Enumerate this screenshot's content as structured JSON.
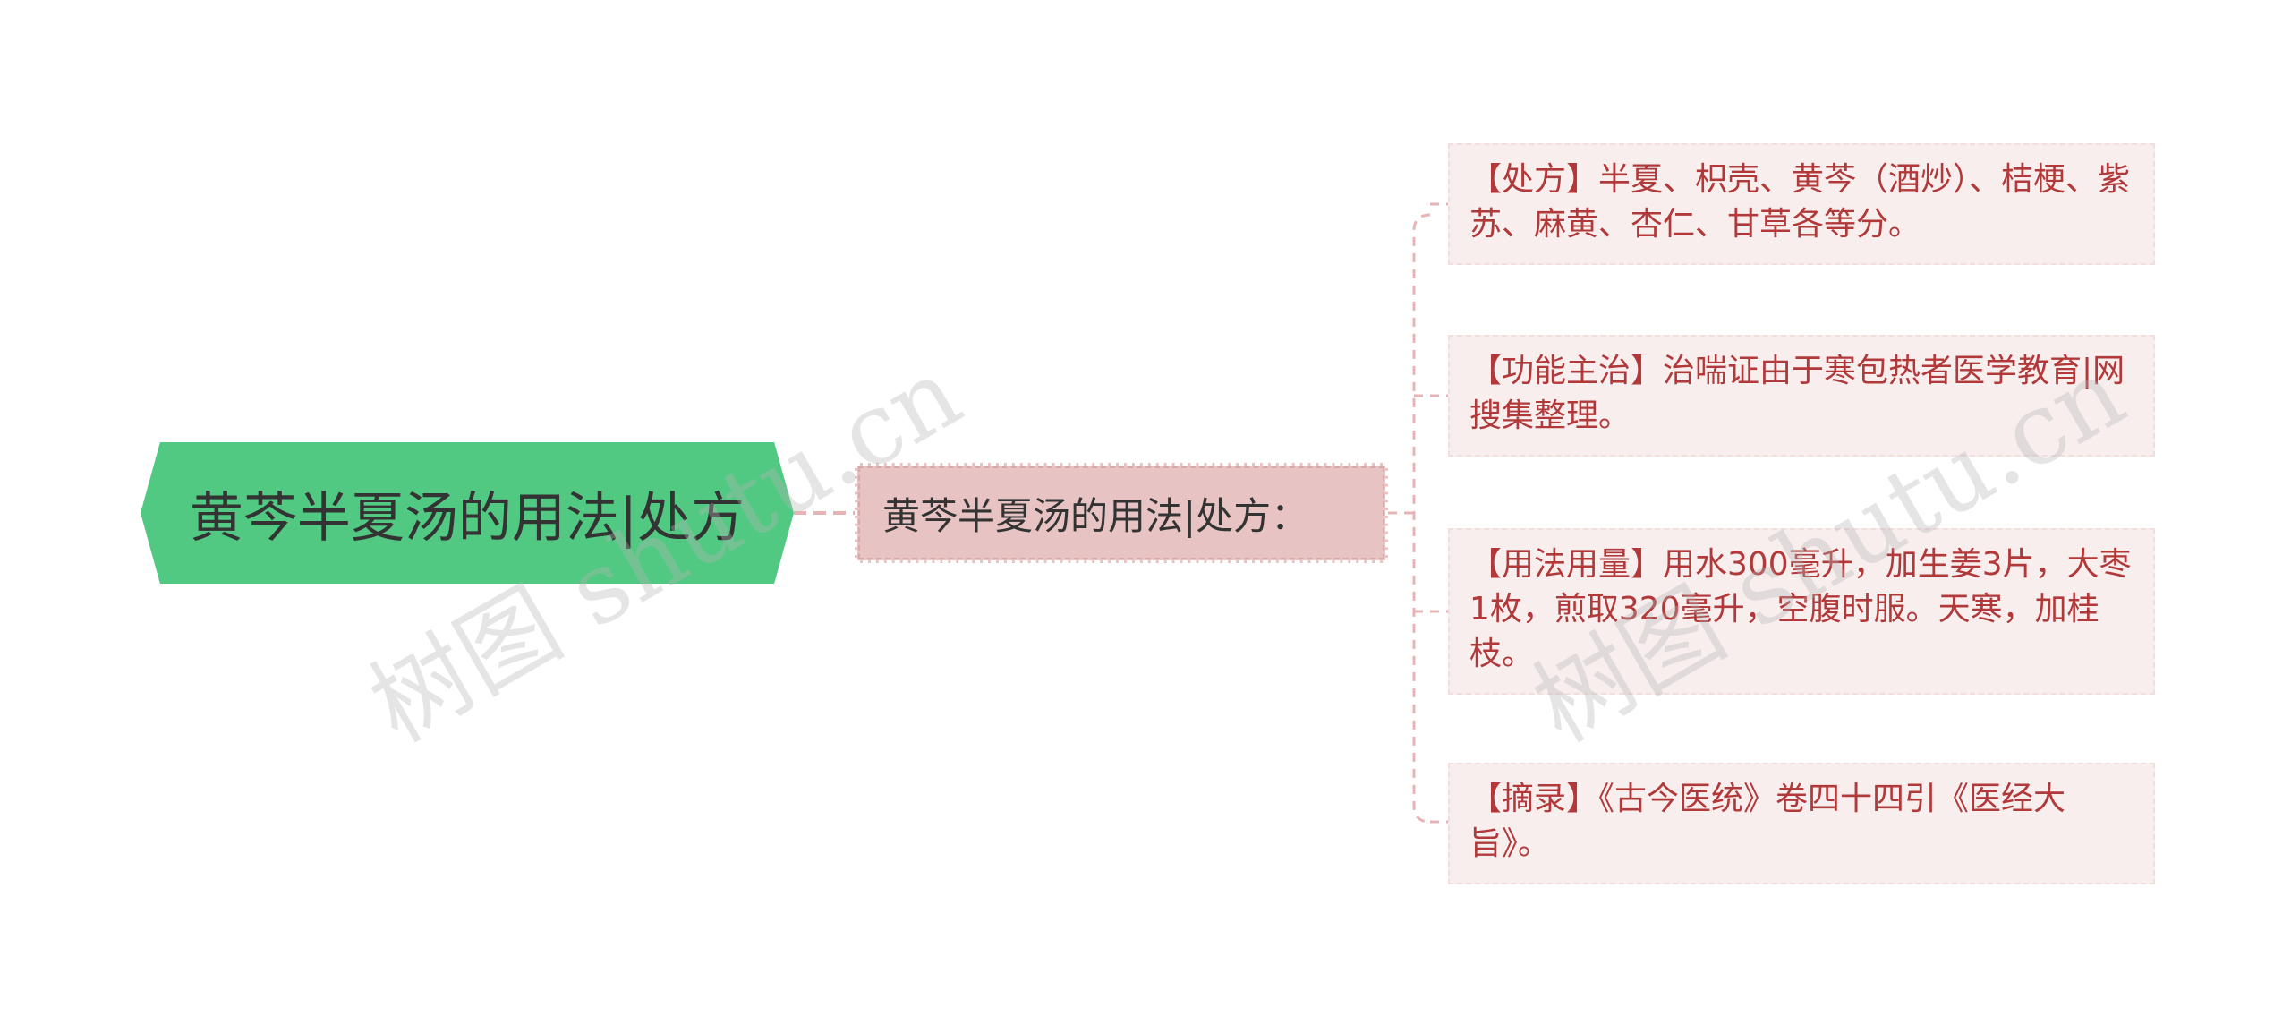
{
  "root": {
    "label": "黄芩半夏汤的用法|处方"
  },
  "middle": {
    "label": "黄芩半夏汤的用法|处方："
  },
  "leaves": [
    {
      "text": "【处方】半夏、枳壳、黄芩（酒炒）、桔梗、紫苏、麻黄、杏仁、甘草各等分。"
    },
    {
      "text": "【功能主治】治喘证由于寒包热者医学教育|网搜集整理。"
    },
    {
      "text": "【用法用量】用水300毫升，加生姜3片，大枣1枚，煎取320毫升，空腹时服。天寒，加桂枝。"
    },
    {
      "text": "【摘录】《古今医统》卷四十四引《医经大旨》。"
    }
  ],
  "watermarks": [
    "树图 shutu.cn",
    "树图 shutu.cn"
  ],
  "colors": {
    "root_fill": "#52c983",
    "middle_fill": "#e8c3c3",
    "leaf_fill": "#f8eeee",
    "leaf_text": "#b1393a",
    "connector": "#e6b4b4"
  }
}
